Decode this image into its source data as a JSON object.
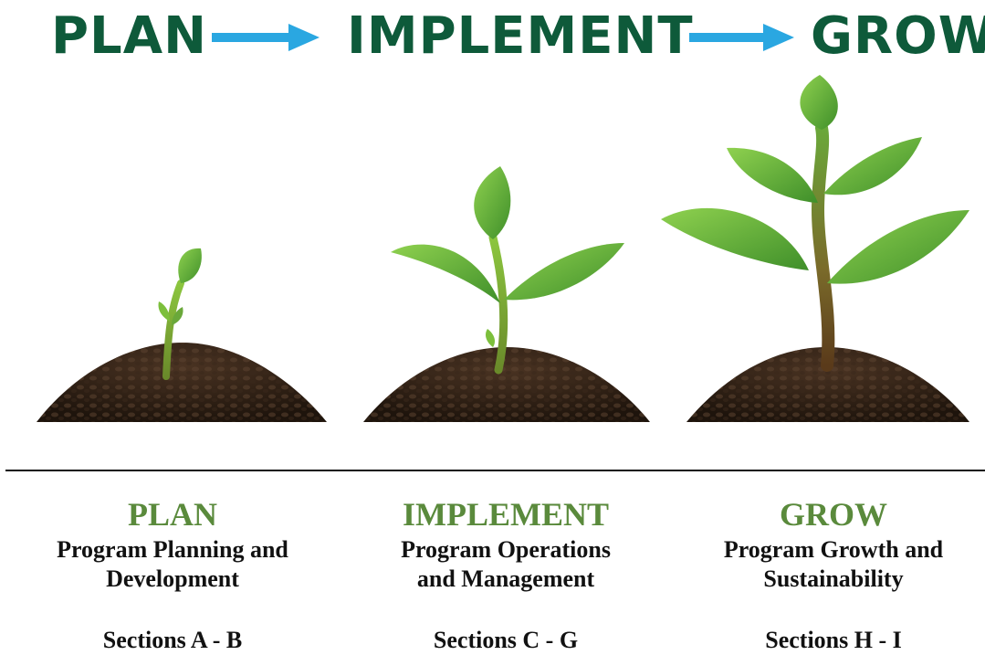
{
  "banner": {
    "words": [
      "PLAN",
      "IMPLEMENT",
      "GROW"
    ],
    "color": "#0e5a3a",
    "arrow_color": "#2aa7e1"
  },
  "columns": [
    {
      "title": "PLAN",
      "desc_line1": "Program Planning and",
      "desc_line2": "Development",
      "sections": "Sections A - B"
    },
    {
      "title": "IMPLEMENT",
      "desc_line1": "Program Operations",
      "desc_line2": "and Management",
      "sections": "Sections C - G"
    },
    {
      "title": "GROW",
      "desc_line1": "Program Growth and",
      "desc_line2": "Sustainability",
      "sections": "Sections H - I"
    }
  ],
  "colors": {
    "phase_title": "#5a8a3c",
    "leaf": "#6bb33a",
    "stem": "#8cc63f",
    "soil": "#2e1f14"
  },
  "icons": [
    "arrow-right-icon",
    "seedling-icon",
    "sprout-icon",
    "young-plant-icon",
    "soil-mound-icon"
  ]
}
